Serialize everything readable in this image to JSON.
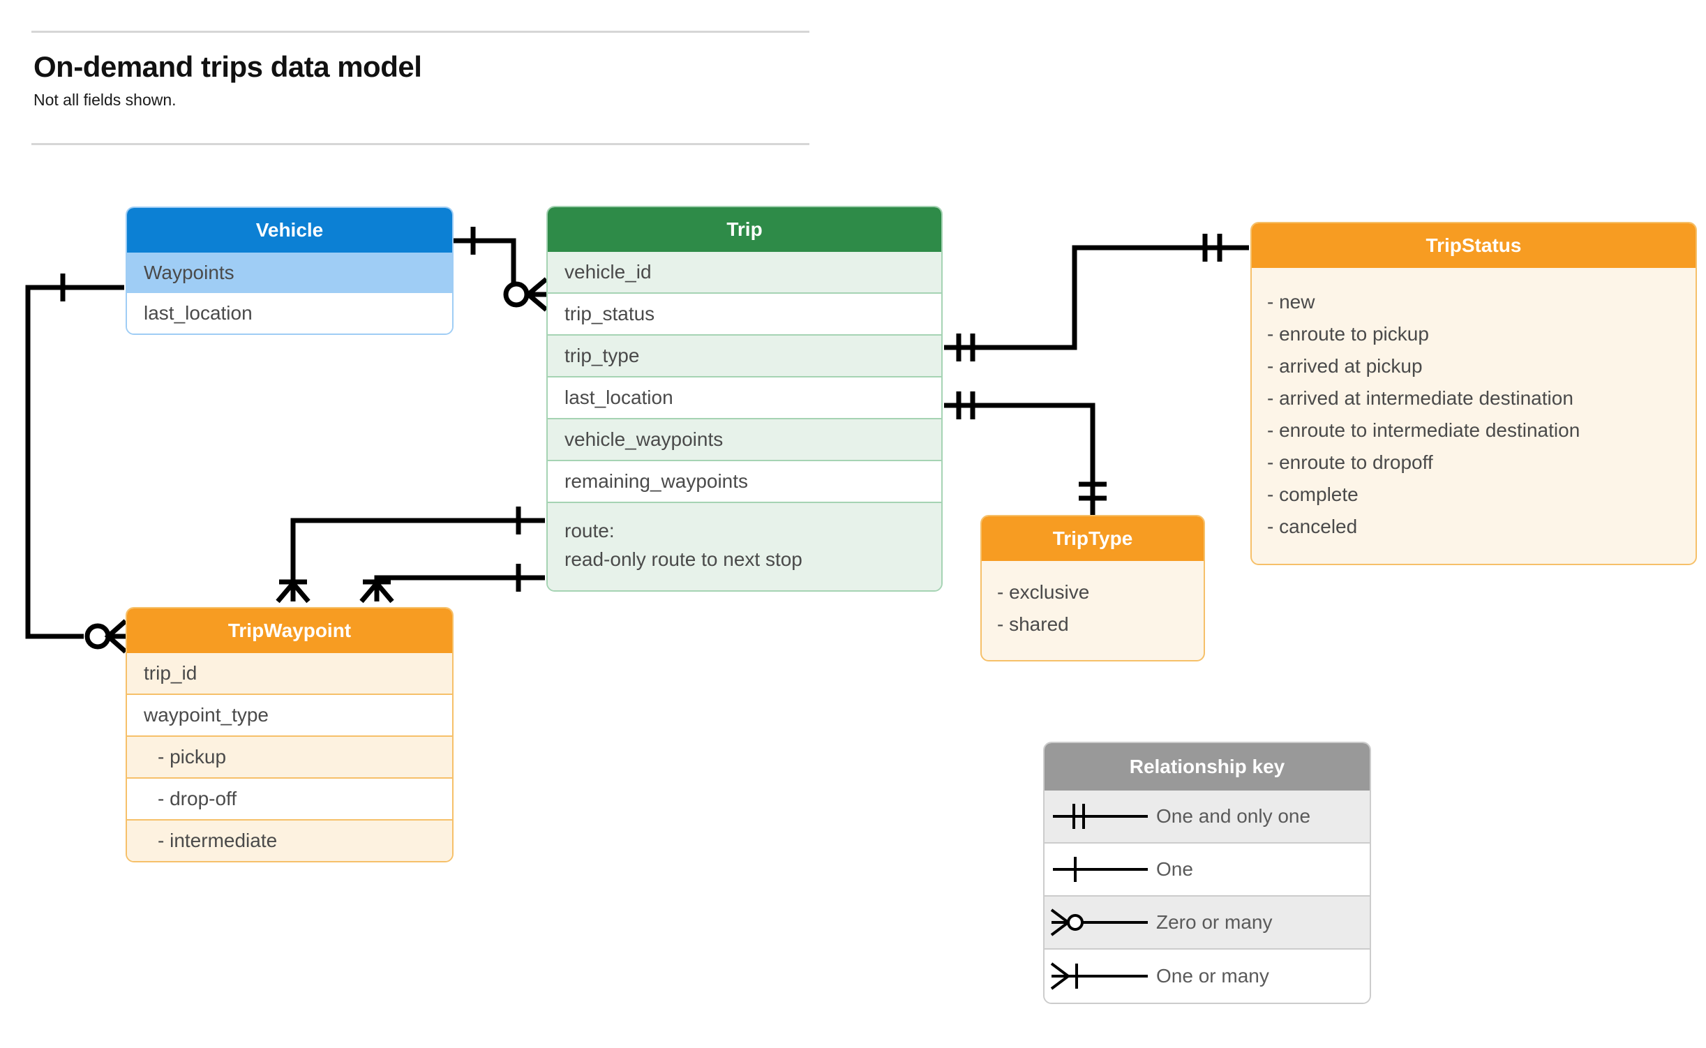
{
  "header": {
    "title": "On-demand trips data model",
    "subtitle": "Not all fields shown."
  },
  "colors": {
    "vehicle_header": "#0c80d4",
    "vehicle_row_highlight": "#9fcdf5",
    "trip_header": "#2e8b48",
    "trip_row_highlight": "#e7f2ea",
    "orange_header": "#f79c22",
    "orange_body": "#fdf5e8",
    "legend_header": "#999999",
    "connector": "#000000"
  },
  "entities": {
    "vehicle": {
      "title": "Vehicle",
      "rows": [
        "Waypoints",
        "last_location"
      ]
    },
    "trip": {
      "title": "Trip",
      "rows": [
        "vehicle_id",
        "trip_status",
        "trip_type",
        "last_location",
        "vehicle_waypoints",
        "remaining_waypoints"
      ],
      "route_label": "route:",
      "route_desc": "read-only route to next stop"
    },
    "tripwaypoint": {
      "title": "TripWaypoint",
      "rows": [
        "trip_id",
        "waypoint_type"
      ],
      "waypoint_types": [
        "-  pickup",
        "-  drop-off",
        "-  intermediate"
      ]
    },
    "tripstatus": {
      "title": "TripStatus",
      "items": [
        "- new",
        "- enroute to pickup",
        "- arrived at pickup",
        "- arrived at intermediate destination",
        "- enroute to intermediate destination",
        "- enroute to dropoff",
        "- complete",
        "- canceled"
      ]
    },
    "triptype": {
      "title": "TripType",
      "items": [
        "- exclusive",
        "- shared"
      ]
    }
  },
  "legend": {
    "title": "Relationship key",
    "items": [
      {
        "symbol": "one-and-only-one-symbol",
        "label": "One and only one"
      },
      {
        "symbol": "one-symbol",
        "label": "One"
      },
      {
        "symbol": "zero-or-many-symbol",
        "label": "Zero or many"
      },
      {
        "symbol": "one-or-many-symbol",
        "label": "One or many"
      }
    ]
  },
  "relationships": [
    {
      "from": "Vehicle",
      "from_card": "One",
      "to": "Trip.vehicle_id",
      "to_card": "Zero or many"
    },
    {
      "from": "Vehicle.Waypoints",
      "from_card": "One",
      "to": "TripWaypoint",
      "to_card": "Zero or many"
    },
    {
      "from": "Trip.trip_status",
      "from_card": "One and only one",
      "to": "TripStatus",
      "to_card": "One and only one"
    },
    {
      "from": "Trip.trip_type",
      "from_card": "One and only one",
      "to": "TripType",
      "to_card": "One and only one"
    },
    {
      "from": "Trip.vehicle_waypoints",
      "from_card": "One",
      "to": "TripWaypoint",
      "to_card": "One or many"
    },
    {
      "from": "Trip.remaining_waypoints",
      "from_card": "One",
      "to": "TripWaypoint",
      "to_card": "One or many"
    }
  ]
}
